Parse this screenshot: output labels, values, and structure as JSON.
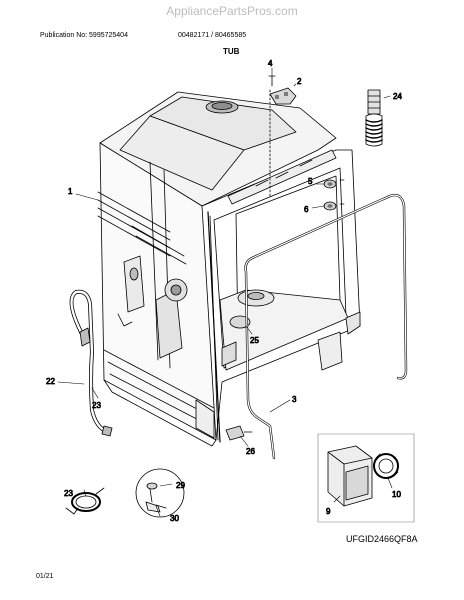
{
  "header": {
    "watermark": "AppliancePartsPros.com",
    "publication": "Publication No: 5995725404",
    "models": "00482171 / 80465585",
    "section_title": "TUB"
  },
  "callouts": [
    {
      "id": "4",
      "label": "4"
    },
    {
      "id": "2",
      "label": "2"
    },
    {
      "id": "24",
      "label": "24"
    },
    {
      "id": "1",
      "label": "1"
    },
    {
      "id": "5",
      "label": "5"
    },
    {
      "id": "6",
      "label": "6"
    },
    {
      "id": "25",
      "label": "25"
    },
    {
      "id": "22",
      "label": "22"
    },
    {
      "id": "23a",
      "label": "23"
    },
    {
      "id": "3",
      "label": "3"
    },
    {
      "id": "26",
      "label": "26"
    },
    {
      "id": "29",
      "label": "29"
    },
    {
      "id": "30",
      "label": "30"
    },
    {
      "id": "23b",
      "label": "23"
    },
    {
      "id": "9",
      "label": "9"
    },
    {
      "id": "10",
      "label": "10"
    }
  ],
  "footer": {
    "figure_code": "UFGID2466QF8A",
    "page": "01/21"
  }
}
